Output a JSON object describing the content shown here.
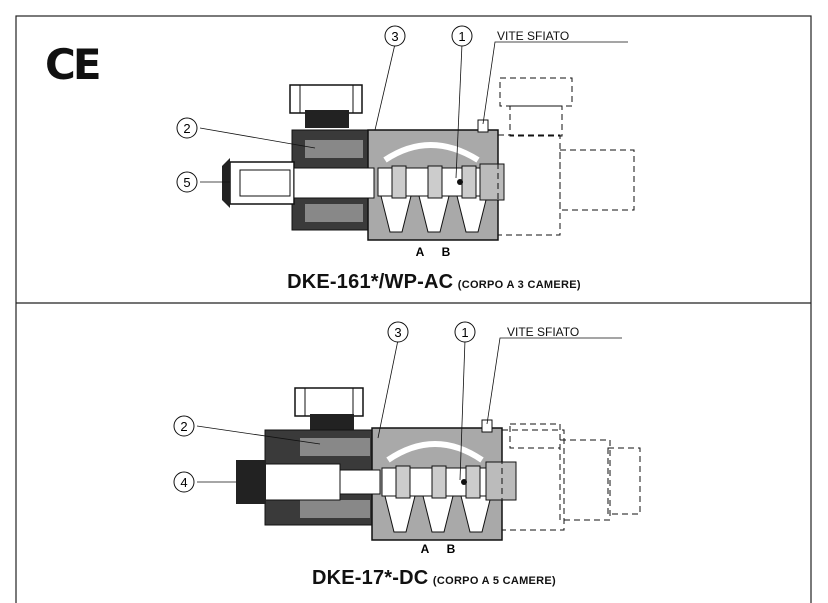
{
  "mark": {
    "ce": "CE"
  },
  "top_view": {
    "callouts": [
      "3",
      "1",
      "2",
      "5"
    ],
    "vent_label": "VITE SFIATO",
    "ports": [
      "A",
      "B"
    ],
    "title_model": "DKE-161*/WP-AC",
    "title_note": "(CORPO A 3 CAMERE)"
  },
  "bottom_view": {
    "callouts": [
      "3",
      "1",
      "2",
      "4"
    ],
    "vent_label": "VITE SFIATO",
    "ports": [
      "A",
      "B"
    ],
    "title_model": "DKE-17*-DC",
    "title_note": "(CORPO A 5 CAMERE)"
  }
}
